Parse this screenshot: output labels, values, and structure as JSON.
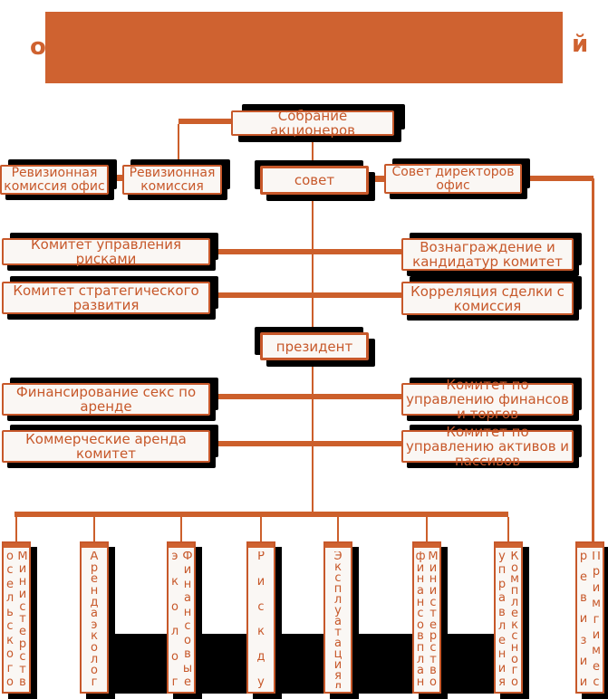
{
  "colors": {
    "accent": "#C7582A",
    "title_band": "#CF6230",
    "connector_line": "#CC5F2B",
    "box_fill": "#FAF7F4",
    "shadow": "#000000"
  },
  "title": {
    "visible_left_fragment": "о",
    "visible_right_fragment": "й"
  },
  "org": {
    "shareholders": "Собрание акционеров",
    "audit_commission_office": "Ревизионная комиссия офис",
    "audit_commission": "Ревизионная комиссия",
    "board": "совет",
    "board_of_directors_office": "Совет директоров офис",
    "president": "президент",
    "left_committees": [
      "Комитет управления рисками",
      "Комитет стратегического развития",
      "Финансирование секс по аренде",
      "Коммерческие аренда комитет"
    ],
    "right_committees": [
      "Вознаграждение и кандидатур комитет",
      "Корреляция сделки с комиссия",
      "Комитет по управлению финансов и торгов",
      "Комитет по управлению активов и пассивов"
    ],
    "departments": [
      {
        "label": "Министерство сельского",
        "columns": [
          "Министерств",
          "осельского"
        ]
      },
      {
        "label": "Аренда эколог",
        "columns": [
          "Арендаэколог"
        ]
      },
      {
        "label": "Финансовые эколог",
        "columns": [
          "Финансовые",
          "эколог"
        ]
      },
      {
        "label": "Риск ду",
        "columns": [
          "Рискду"
        ]
      },
      {
        "label": "Эксплуатация ду",
        "columns": [
          "Эксплуатацияду"
        ]
      },
      {
        "label": "Министерство финансов план",
        "columns": [
          "Министерство",
          "финансовплан"
        ]
      },
      {
        "label": "Комплексного управления",
        "columns": [
          "Комплексного",
          "управления"
        ]
      },
      {
        "label": "Примгимес ревизии",
        "columns": [
          "Примгимес",
          "ревизии"
        ]
      }
    ]
  }
}
